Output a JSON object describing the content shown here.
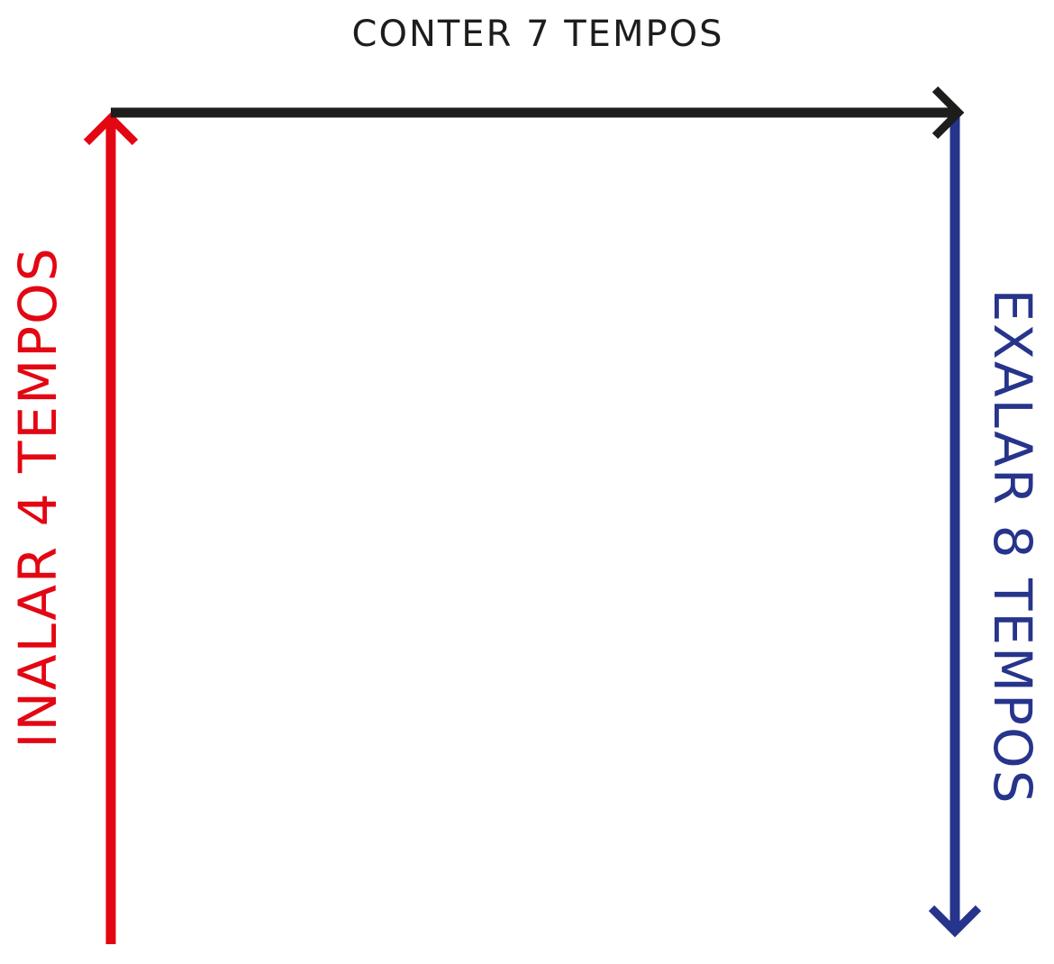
{
  "diagram": {
    "steps": [
      {
        "id": "inhale",
        "label": "INALAR 4 TEMPOS",
        "color": "#e30613"
      },
      {
        "id": "hold",
        "label": "CONTER 7 TEMPOS",
        "color": "#1d1d1b"
      },
      {
        "id": "exhale",
        "label": "EXALAR 8 TEMPOS",
        "color": "#27348b"
      }
    ]
  }
}
